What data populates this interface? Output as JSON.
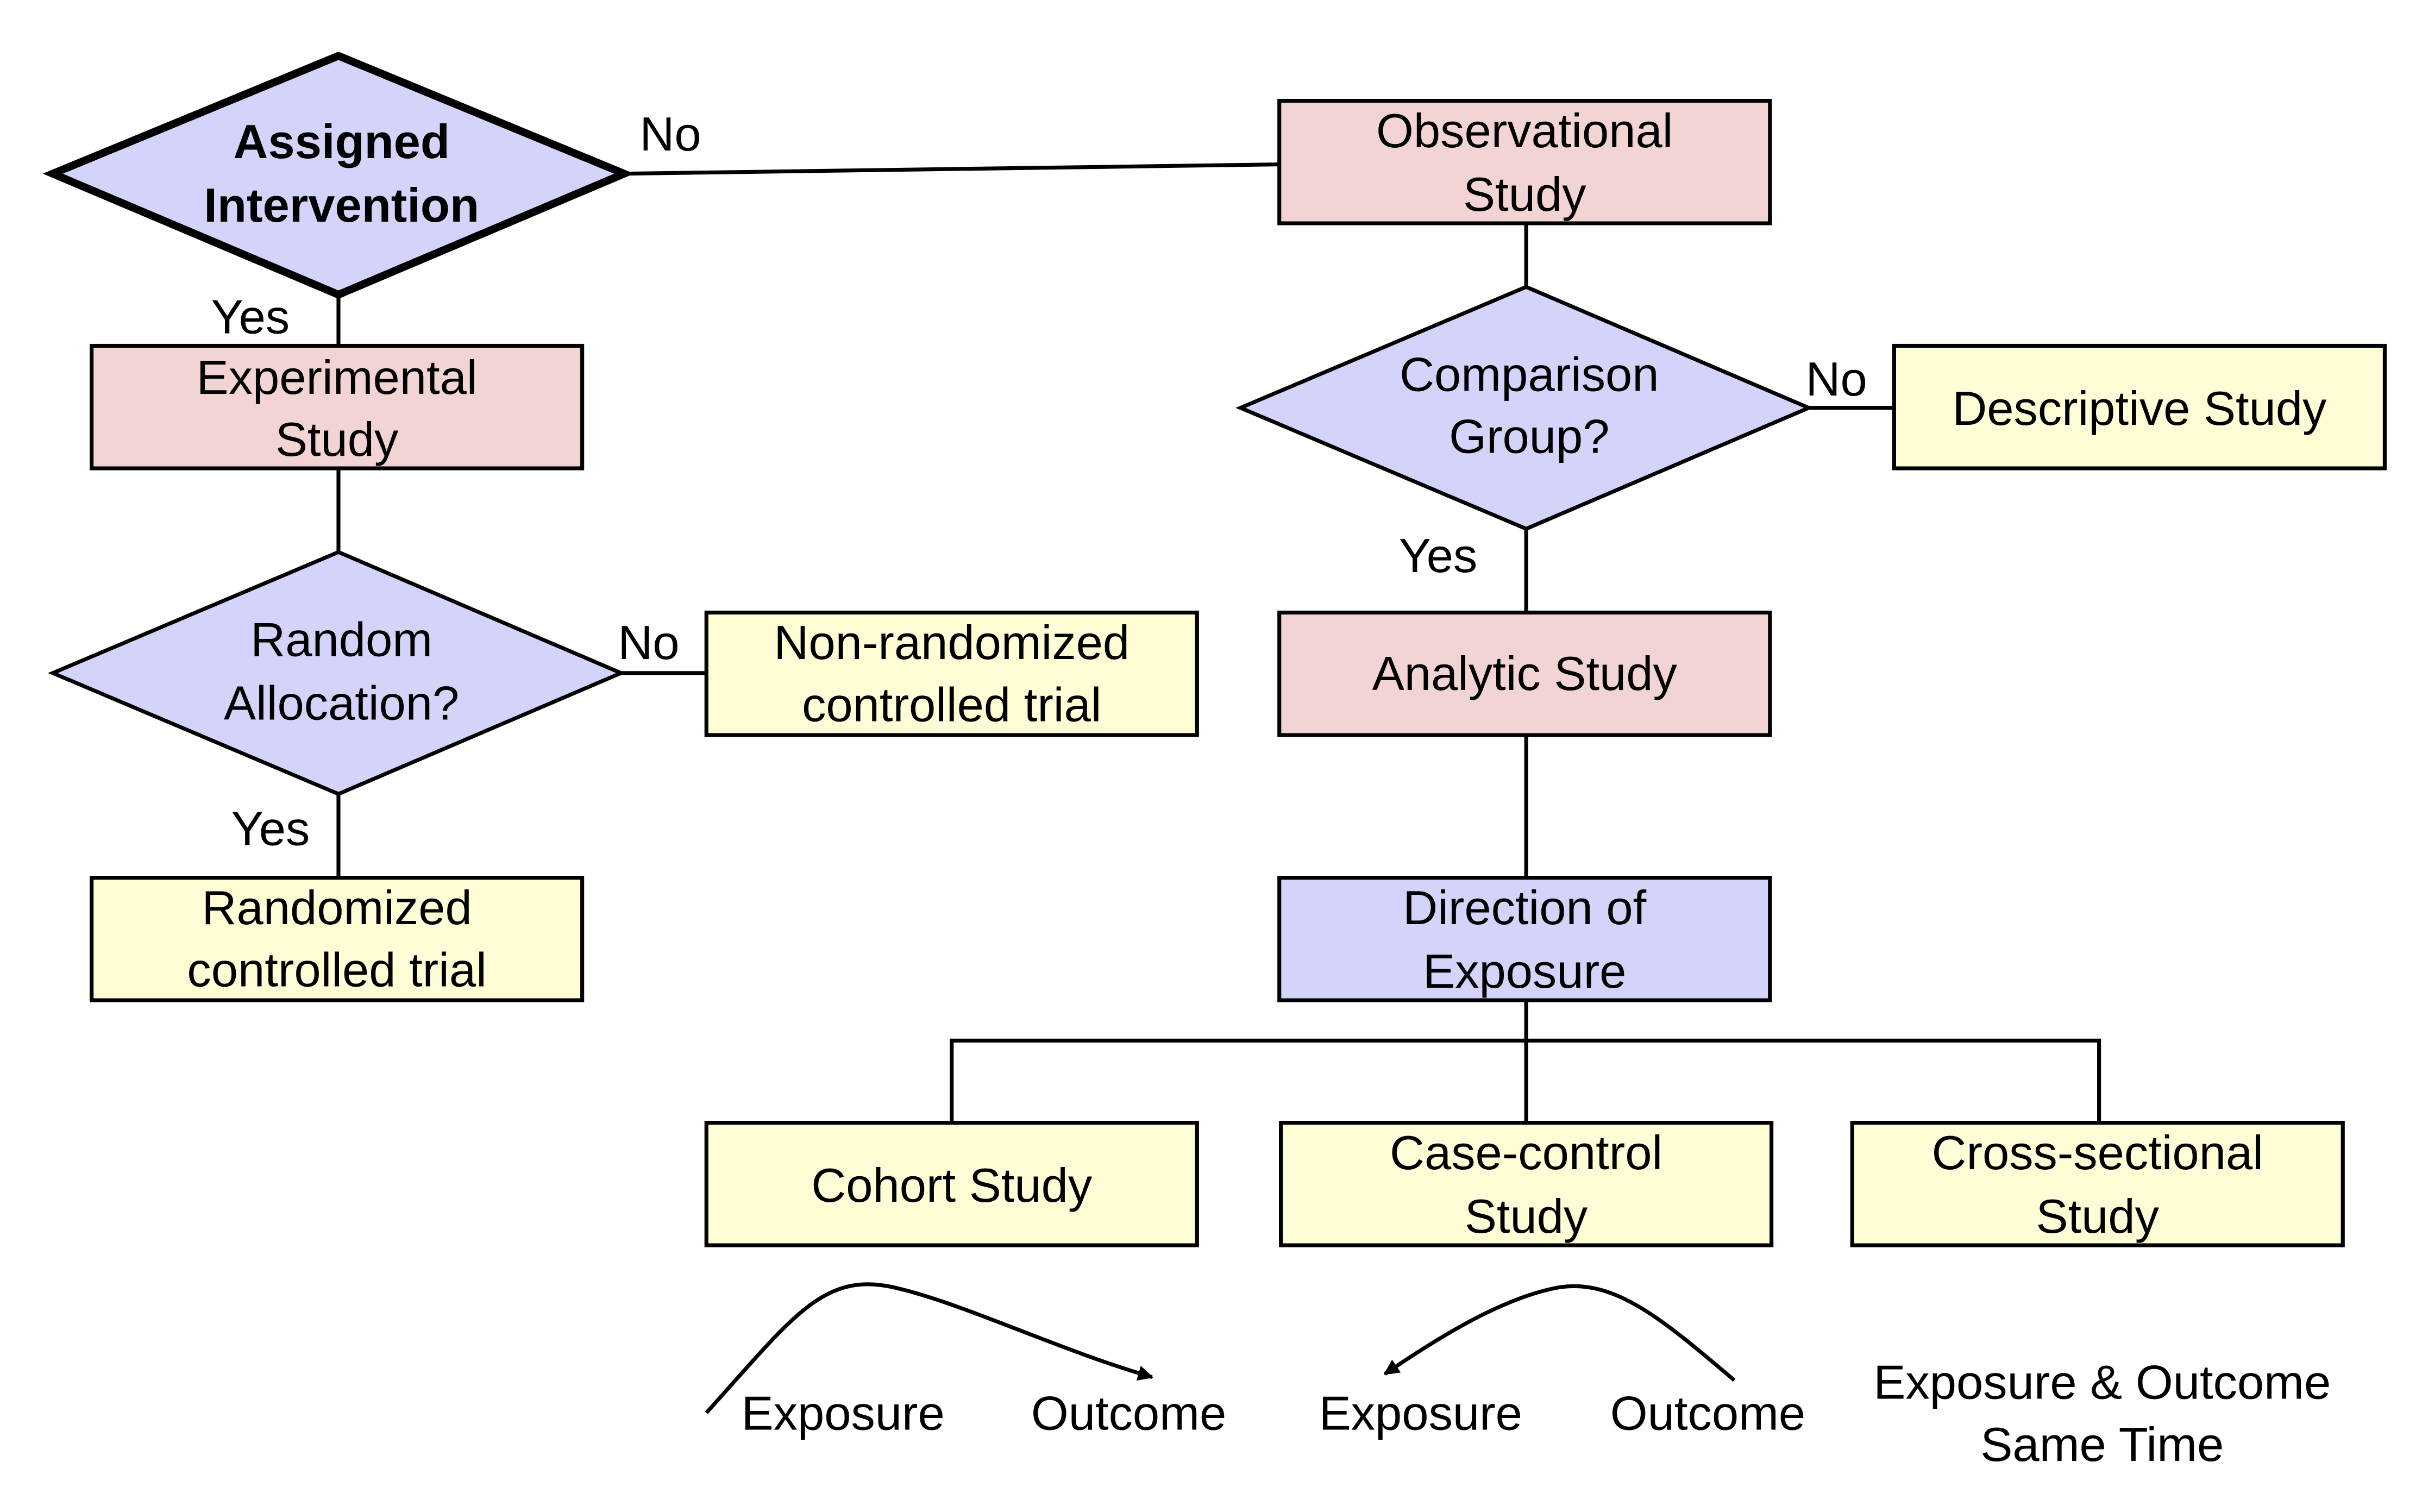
{
  "colors": {
    "study_type": "#F2D4D4",
    "decision": "#D4D4FA",
    "outcome_design": "#FFFDD6",
    "line": "#000000"
  },
  "nodes": {
    "assigned_intervention": {
      "lines": [
        "Assigned",
        "Intervention"
      ],
      "shape": "diamond"
    },
    "experimental_study": {
      "lines": [
        "Experimental",
        "Study"
      ],
      "shape": "box"
    },
    "random_allocation": {
      "lines": [
        "Random",
        "Allocation?"
      ],
      "shape": "diamond"
    },
    "non_randomized": {
      "lines": [
        "Non-randomized",
        "controlled trial"
      ],
      "shape": "box"
    },
    "randomized": {
      "lines": [
        "Randomized",
        "controlled trial"
      ],
      "shape": "box"
    },
    "observational_study": {
      "lines": [
        "Observational",
        "Study"
      ],
      "shape": "box"
    },
    "comparison_group": {
      "lines": [
        "Comparison",
        "Group?"
      ],
      "shape": "diamond"
    },
    "descriptive_study": {
      "lines": [
        "Descriptive Study"
      ],
      "shape": "box"
    },
    "analytic_study": {
      "lines": [
        "Analytic Study"
      ],
      "shape": "box"
    },
    "direction_of_exposure": {
      "lines": [
        "Direction of",
        "Exposure"
      ],
      "shape": "box"
    },
    "cohort_study": {
      "lines": [
        "Cohort Study"
      ],
      "shape": "box"
    },
    "case_control_study": {
      "lines": [
        "Case-control",
        "Study"
      ],
      "shape": "box"
    },
    "cross_sectional_study": {
      "lines": [
        "Cross-sectional",
        "Study"
      ],
      "shape": "box"
    }
  },
  "edge_labels": {
    "assigned_no": "No",
    "assigned_yes": "Yes",
    "random_no": "No",
    "random_yes": "Yes",
    "comparison_no": "No",
    "comparison_yes": "Yes"
  },
  "direction_notes": {
    "cohort": {
      "from": "Exposure",
      "to": "Outcome"
    },
    "case_control": {
      "from": "Exposure",
      "to": "Outcome"
    },
    "cross_sectional": {
      "lines": [
        "Exposure & Outcome",
        "Same Time"
      ]
    }
  }
}
